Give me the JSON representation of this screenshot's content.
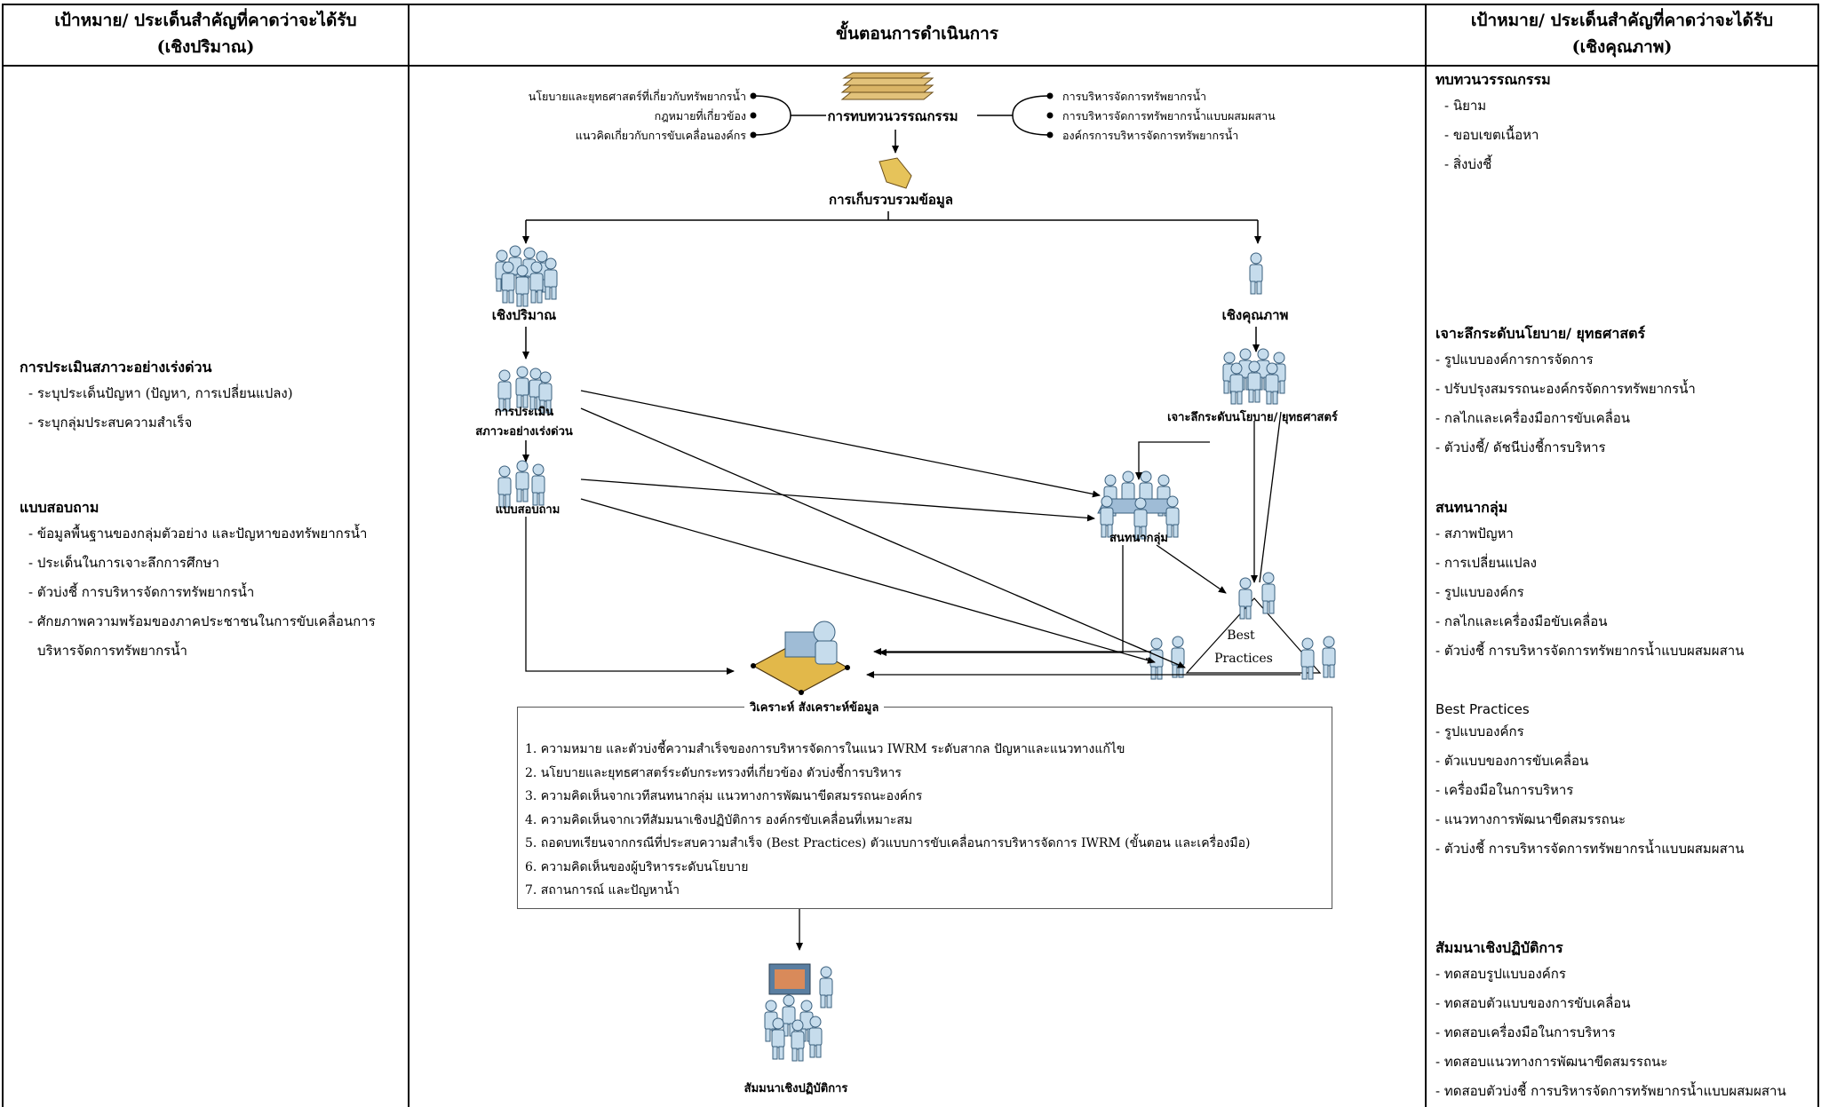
{
  "headers": {
    "left_line1": "เป้าหมาย/ ประเด็นสำคัญที่คาดว่าจะได้รับ",
    "left_line2": "(เชิงปริมาณ)",
    "center": "ขั้นตอนการดำเนินการ",
    "right_line1": "เป้าหมาย/ ประเด็นสำคัญที่คาดว่าจะได้รับ",
    "right_line2": "(เชิงคุณภาพ)"
  },
  "left_sections": [
    {
      "title": "การประเมินสภาวะอย่างเร่งด่วน",
      "items": [
        "- ระบุประเด็นปัญหา (ปัญหา, การเปลี่ยนแปลง)",
        "- ระบุกลุ่มประสบความสำเร็จ"
      ]
    },
    {
      "title": "แบบสอบถาม",
      "items": [
        "- ข้อมูลพื้นฐานของกลุ่มตัวอย่าง และปัญหาของทรัพยากรน้ำ",
        "- ประเด็นในการเจาะลึกการศึกษา",
        "- ตัวบ่งชี้ การบริหารจัดการทรัพยากรน้ำ",
        "- ศักยภาพความพร้อมของภาคประชาชนในการขับเคลื่อนการ",
        "  บริหารจัดการทรัพยากรน้ำ"
      ]
    }
  ],
  "right_sections": [
    {
      "title": "ทบทวนวรรณกรรม",
      "items": [
        "- นิยาม",
        "- ขอบเขตเนื้อหา",
        "- สิ่งบ่งชี้"
      ]
    },
    {
      "title": "เจาะลึกระดับนโยบาย/ ยุทธศาสตร์",
      "items": [
        "- รูปแบบองค์การการจัดการ",
        "- ปรับปรุงสมรรถนะองค์กรจัดการทรัพยากรน้ำ",
        "- กลไกและเครื่องมือการขับเคลื่อน",
        "- ตัวบ่งชี้/ ดัชนีบ่งชี้การบริหาร"
      ]
    },
    {
      "title": "สนทนากลุ่ม",
      "items": [
        "- สภาพปัญหา",
        "- การเปลี่ยนแปลง",
        "- รูปแบบองค์กร",
        "- กลไกและเครื่องมือขับเคลื่อน",
        "- ตัวบ่งชี้ การบริหารจัดการทรัพยากรน้ำแบบผสมผสาน"
      ]
    },
    {
      "title": "Best Practices",
      "items": [
        "- รูปแบบองค์กร",
        "- ตัวแบบของการขับเคลื่อน",
        "- เครื่องมือในการบริหาร",
        "- แนวทางการพัฒนาขีดสมรรถนะ",
        "- ตัวบ่งชี้ การบริหารจัดการทรัพยากรน้ำแบบผสมผสาน"
      ]
    },
    {
      "title": "สัมมนาเชิงปฏิบัติการ",
      "items": [
        "- ทดสอบรูปแบบองค์กร",
        "- ทดสอบตัวแบบของการขับเคลื่อน",
        "- ทดสอบเครื่องมือในการบริหาร",
        "- ทดสอบแนวทางการพัฒนาขีดสมรรถนะ",
        "- ทดสอบตัวบ่งชี้ การบริหารจัดการทรัพยากรน้ำแบบผสมผสาน"
      ]
    }
  ],
  "diagram": {
    "left_inputs": [
      "นโยบายและยุทธศาสตร์ที่เกี่ยวกับทรัพยากรน้ำ",
      "กฎหมายที่เกี่ยวข้อง",
      "แนวคิดเกี่ยวกับการขับเคลื่อนองค์กร"
    ],
    "right_inputs": [
      "การบริหารจัดการทรัพยากรน้ำ",
      "การบริหารจัดการทรัพยากรน้ำแบบผสมผสาน",
      "องค์กรการบริหารจัดการทรัพยากรน้ำ"
    ],
    "literature_review": "การทบทวนวรรณกรรม",
    "data_collection": "การเก็บรวบรวมข้อมูล",
    "quantitative": "เชิงปริมาณ",
    "qualitative": "เชิงคุณภาพ",
    "rapid_assessment_1": "การประเมิน",
    "rapid_assessment_2": "สภาวะอย่างเร่งด่วน",
    "questionnaire": "แบบสอบถาม",
    "policy_drill": "เจาะลึกระดับนโยบาย/ ยุทธศาสตร์",
    "focus_group": "สนทนากลุ่ม",
    "best_1": "Best",
    "best_2": "Practices",
    "workshop": "สัมมนาเชิงปฏิบัติการ"
  },
  "analysis": {
    "title": "วิเคราะห์ สังเคราะห์ข้อมูล",
    "items": [
      "1. ความหมาย และตัวบ่งชี้ความสำเร็จของการบริหารจัดการในแนว IWRM ระดับสากล  ปัญหาและแนวทางแก้ไข",
      "2. นโยบายและยุทธศาสตร์ระดับกระทรวงที่เกี่ยวข้อง  ตัวบ่งชี้การบริหาร",
      "3. ความคิดเห็นจากเวทีสนทนากลุ่ม  แนวทางการพัฒนาขีดสมรรถนะองค์กร",
      "4. ความคิดเห็นจากเวทีสัมมนาเชิงปฏิบัติการ  องค์กรขับเคลื่อนที่เหมาะสม",
      "5. ถอดบทเรียนจากกรณีที่ประสบความสำเร็จ (Best Practices)  ตัวแบบการขับเคลื่อนการบริหารจัดการ IWRM (ขั้นตอน และเครื่องมือ)",
      "6. ความคิดเห็นของผู้บริหารระดับนโยบาย",
      "7. สถานการณ์ และปัญหาน้ำ"
    ]
  },
  "colors": {
    "figure_fill": "#c6dcec",
    "figure_stroke": "#3a5f7d",
    "line": "#000000",
    "book": "#e2c27a"
  }
}
